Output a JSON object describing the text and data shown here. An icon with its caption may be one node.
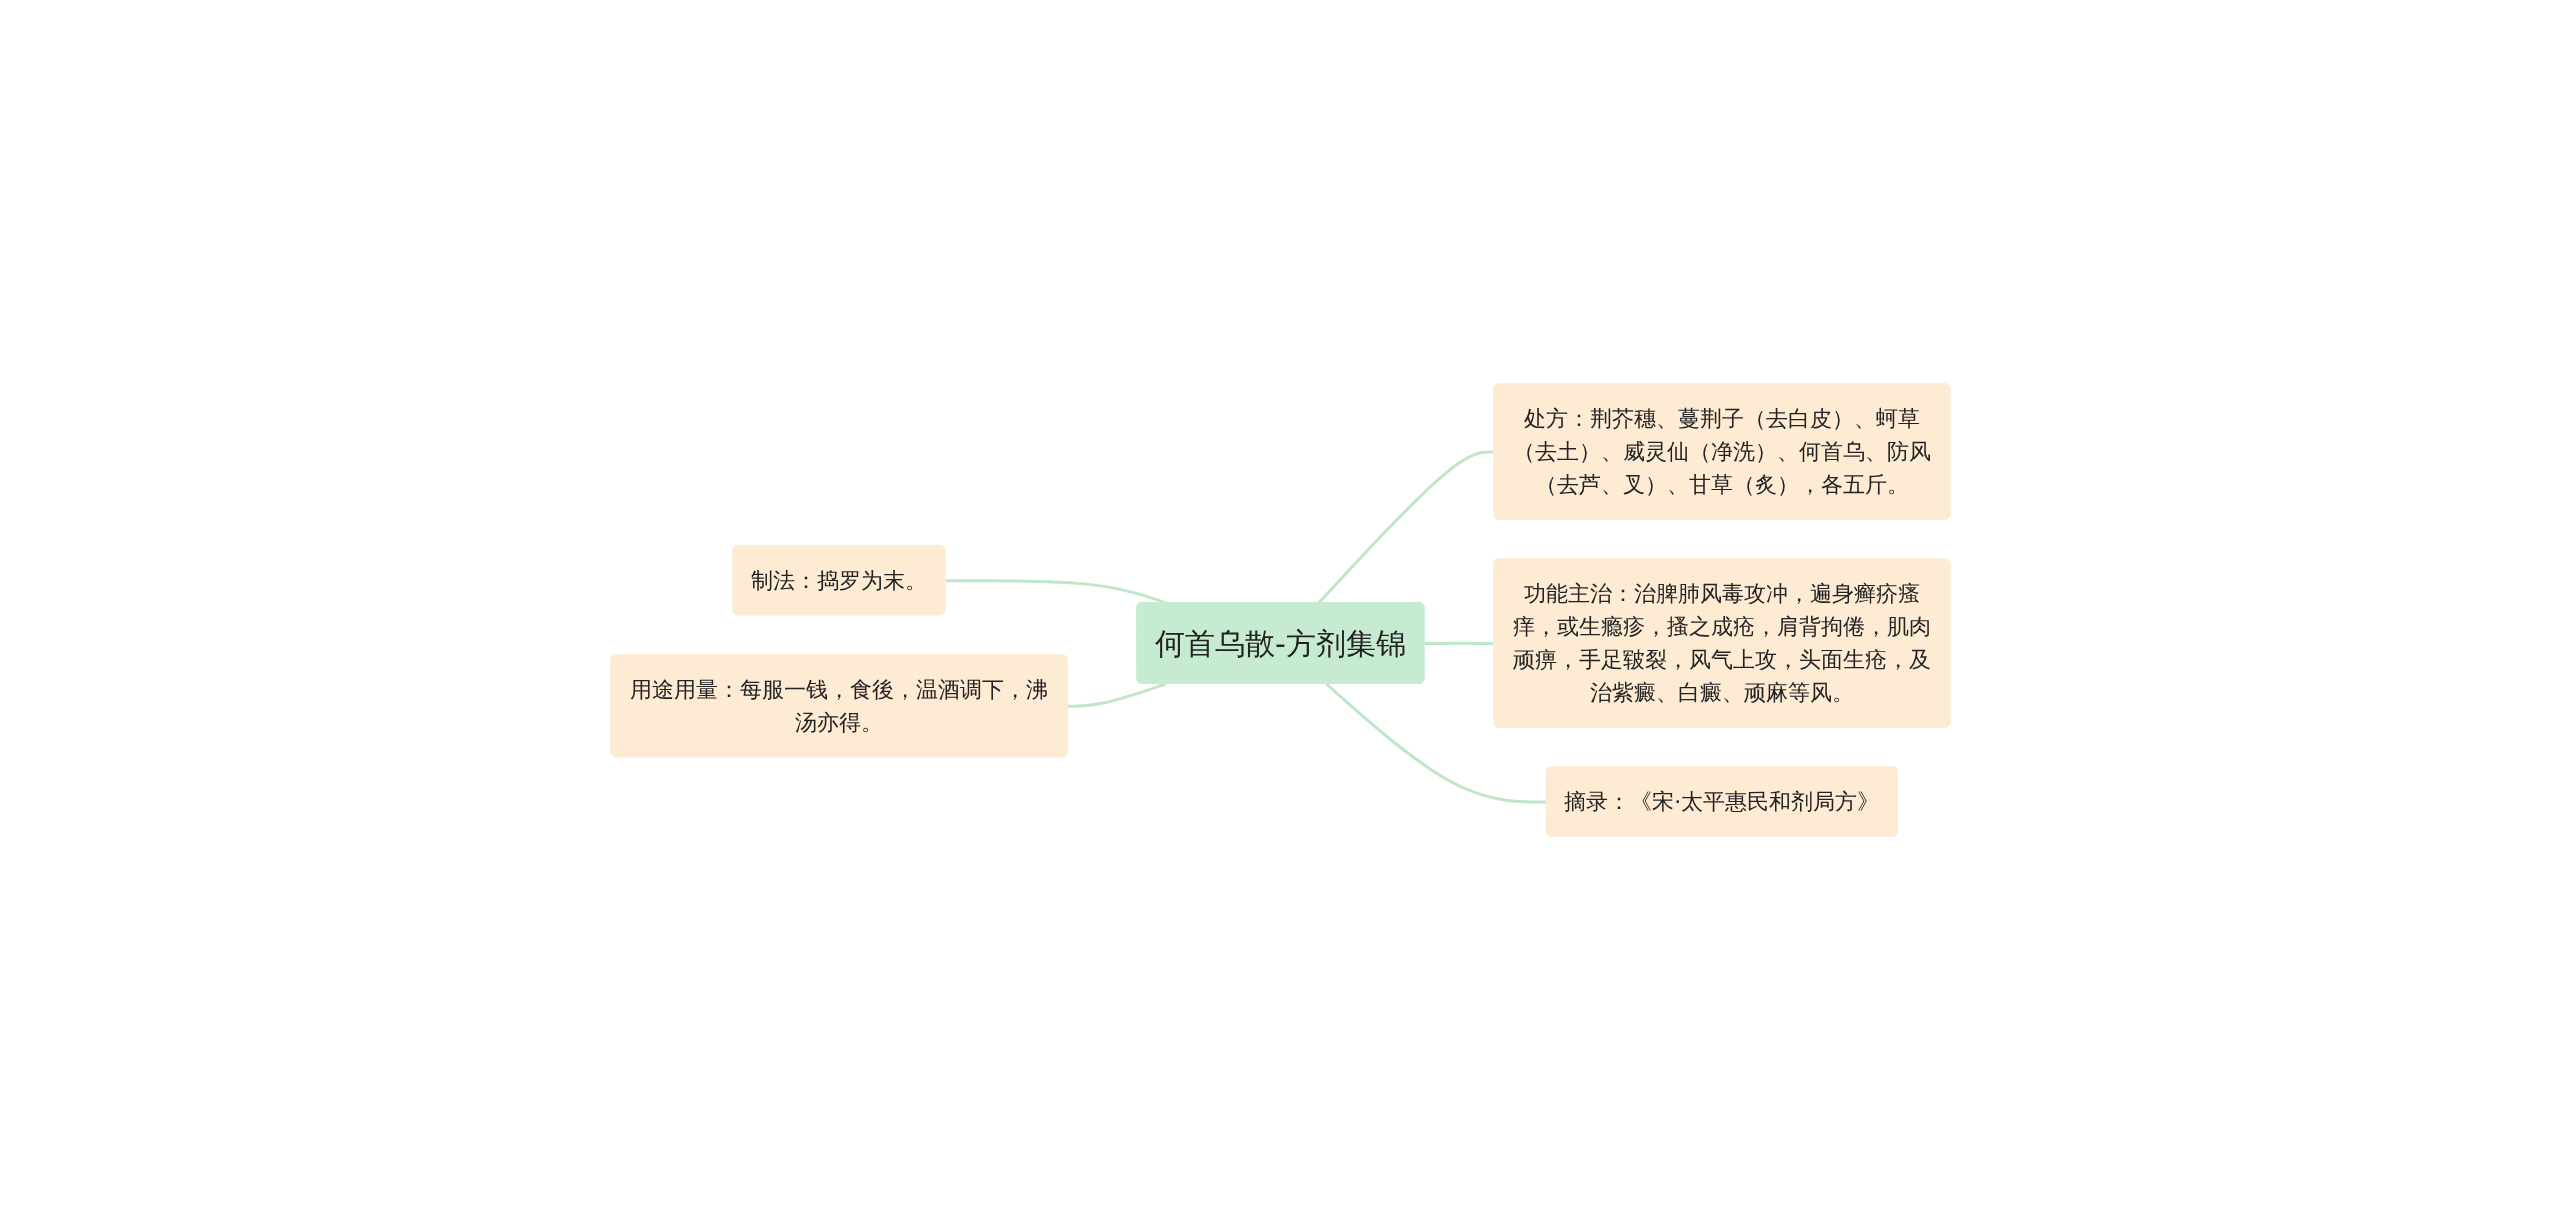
{
  "diagram": {
    "nodes": [
      {
        "text": [
          "制法：捣罗为末。"
        ]
      },
      {
        "text": [
          "用途用量：每服一钱，食後，温酒调下，沸汤亦得。"
        ]
      },
      {
        "text": [
          "何首乌散-方剂集锦"
        ]
      },
      {
        "text": [
          "处方：荆芥穗、蔓荆子（去白皮）、蚵草（去土）、威灵仙（净洗）、何首乌、防风（去芦、叉）、甘草（炙），各五斤。"
        ]
      },
      {
        "text": [
          "功能主治：治脾肺风毒攻冲，遍身癣疥瘙痒，或生瘾疹，搔之成疮，肩背拘倦，肌肉顽痹，手足皲裂，风气上攻，头面生疮，及治紫癜、白癜、顽麻等风。"
        ]
      },
      {
        "text": [
          "摘录：《宋·太平惠民和剂局方》"
        ]
      }
    ],
    "edges": [
      {
        "from": 0,
        "to": 2,
        "arrow": "none"
      },
      {
        "from": 1,
        "to": 2,
        "arrow": "none"
      },
      {
        "from": 2,
        "to": 3,
        "arrow": "none"
      },
      {
        "from": 2,
        "to": 4,
        "arrow": "none"
      },
      {
        "from": 2,
        "to": 5,
        "arrow": "none"
      }
    ]
  }
}
